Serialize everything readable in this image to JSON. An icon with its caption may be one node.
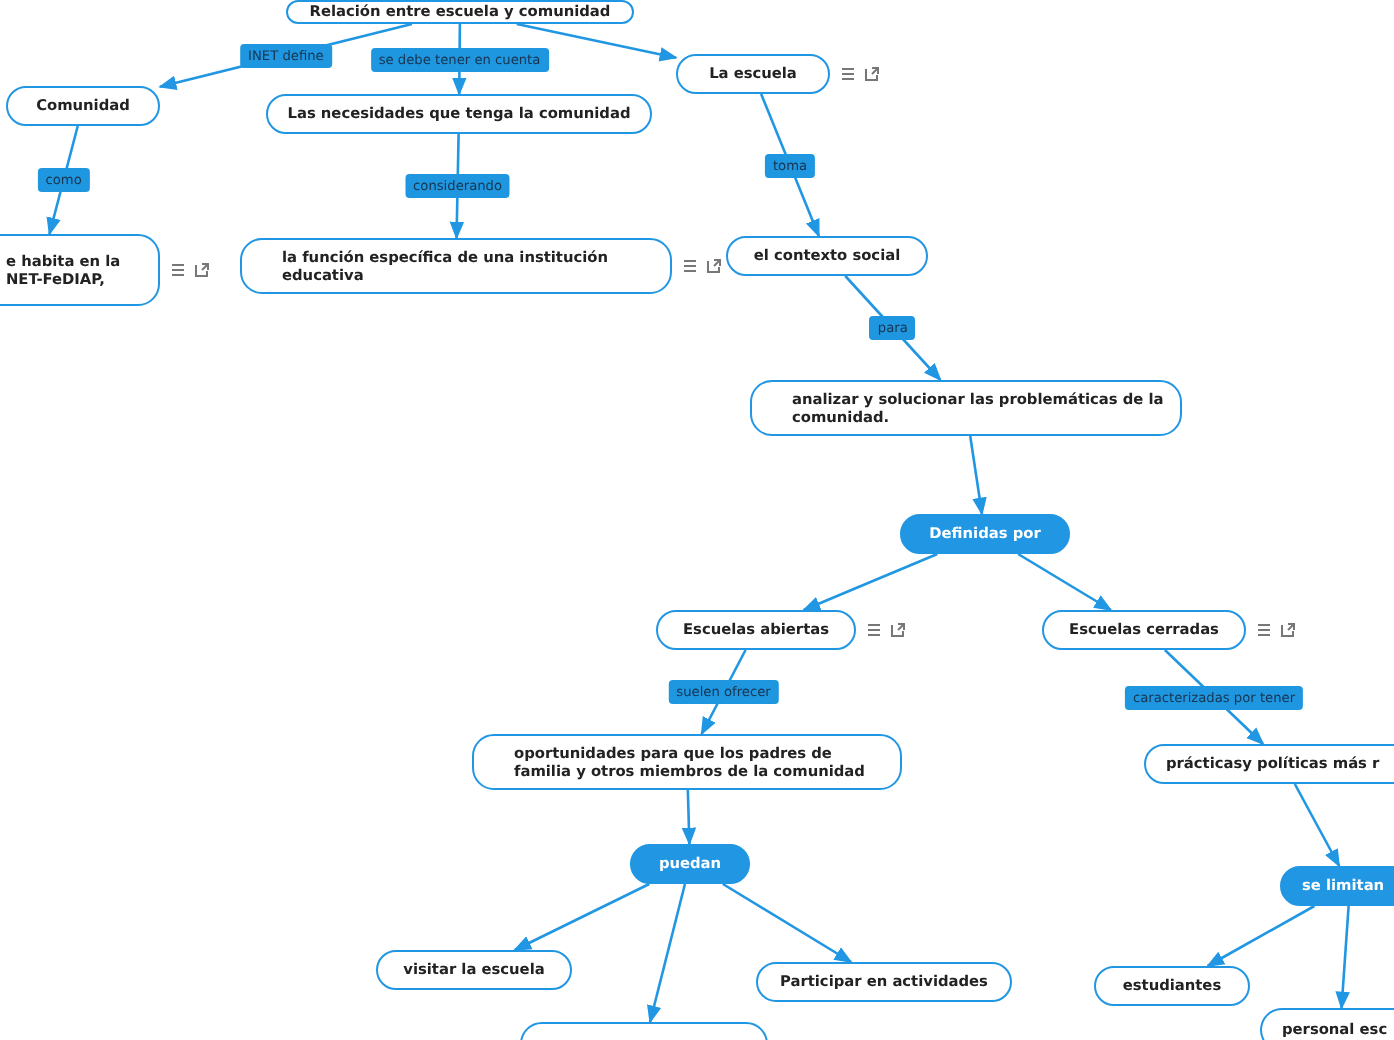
{
  "diagram": {
    "nodes": [
      {
        "text": [
          "Relación entre escuela y comunidad"
        ]
      },
      {
        "text": [
          "Comunidad"
        ]
      },
      {
        "text": [
          "Las necesidades que tenga la comunidad"
        ]
      },
      {
        "text": [
          "La escuela"
        ]
      },
      {
        "text": [
          "e habita en la NET-FeDIAP,"
        ]
      },
      {
        "text": [
          "la función específica de una institución educativa"
        ]
      },
      {
        "text": [
          "el contexto social"
        ]
      },
      {
        "text": [
          "analizar y solucionar las problemáticas de la comunidad."
        ]
      },
      {
        "text": [
          "Definidas por"
        ]
      },
      {
        "text": [
          "Escuelas abiertas"
        ]
      },
      {
        "text": [
          "Escuelas cerradas"
        ]
      },
      {
        "text": [
          "oportunidades para que los padres de familia y otros miembros de la comunidad"
        ]
      },
      {
        "text": [
          "prácticasy políticas más r"
        ]
      },
      {
        "text": [
          "puedan"
        ]
      },
      {
        "text": [
          "se limitan"
        ]
      },
      {
        "text": [
          "visitar la escuela"
        ]
      },
      {
        "text": [
          "Participar en actividades"
        ]
      },
      {
        "text": [
          "estudiantes"
        ]
      },
      {
        "text": [],
        "shape": "box"
      },
      {
        "text": [
          "personal esc"
        ]
      }
    ],
    "edges": [
      {
        "from": 0,
        "to": 1,
        "arrow": "to",
        "label": "INET define"
      },
      {
        "from": 0,
        "to": 2,
        "arrow": "to",
        "label": "se debe tener en cuenta"
      },
      {
        "from": 0,
        "to": 3,
        "arrow": "to"
      },
      {
        "from": 1,
        "to": 4,
        "arrow": "to",
        "label": "como"
      },
      {
        "from": 2,
        "to": 5,
        "arrow": "to",
        "label": "considerando"
      },
      {
        "from": 3,
        "to": 6,
        "arrow": "to",
        "label": "toma"
      },
      {
        "from": 6,
        "to": 7,
        "arrow": "to",
        "label": "para"
      },
      {
        "from": 7,
        "to": 8,
        "arrow": "to"
      },
      {
        "from": 8,
        "to": 9,
        "arrow": "to"
      },
      {
        "from": 8,
        "to": 10,
        "arrow": "to"
      },
      {
        "from": 9,
        "to": 11,
        "arrow": "to",
        "label": "suelen ofrecer"
      },
      {
        "from": 10,
        "to": 12,
        "arrow": "to",
        "label": "caracterizadas por tener"
      },
      {
        "from": 11,
        "to": 13,
        "arrow": "to"
      },
      {
        "from": 12,
        "to": 14,
        "arrow": "to"
      },
      {
        "from": 13,
        "to": 15,
        "arrow": "to"
      },
      {
        "from": 13,
        "to": 18,
        "arrow": "to"
      },
      {
        "from": 13,
        "to": 16,
        "arrow": "to"
      },
      {
        "from": 14,
        "to": 17,
        "arrow": "to"
      },
      {
        "from": 14,
        "to": 19,
        "arrow": "to"
      }
    ]
  }
}
